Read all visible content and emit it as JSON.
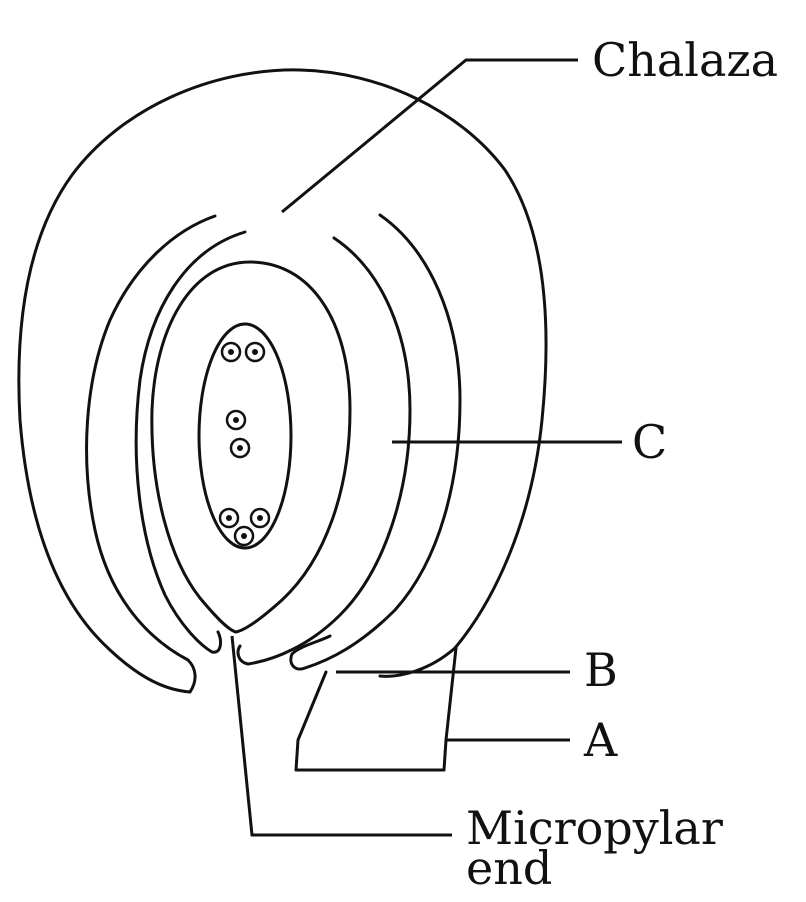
{
  "diagram": {
    "labels": {
      "chalaza": "Chalaza",
      "c": "C",
      "b": "B",
      "a": "A",
      "micropylar_line1": "Micropylar",
      "micropylar_line2": "end"
    }
  }
}
